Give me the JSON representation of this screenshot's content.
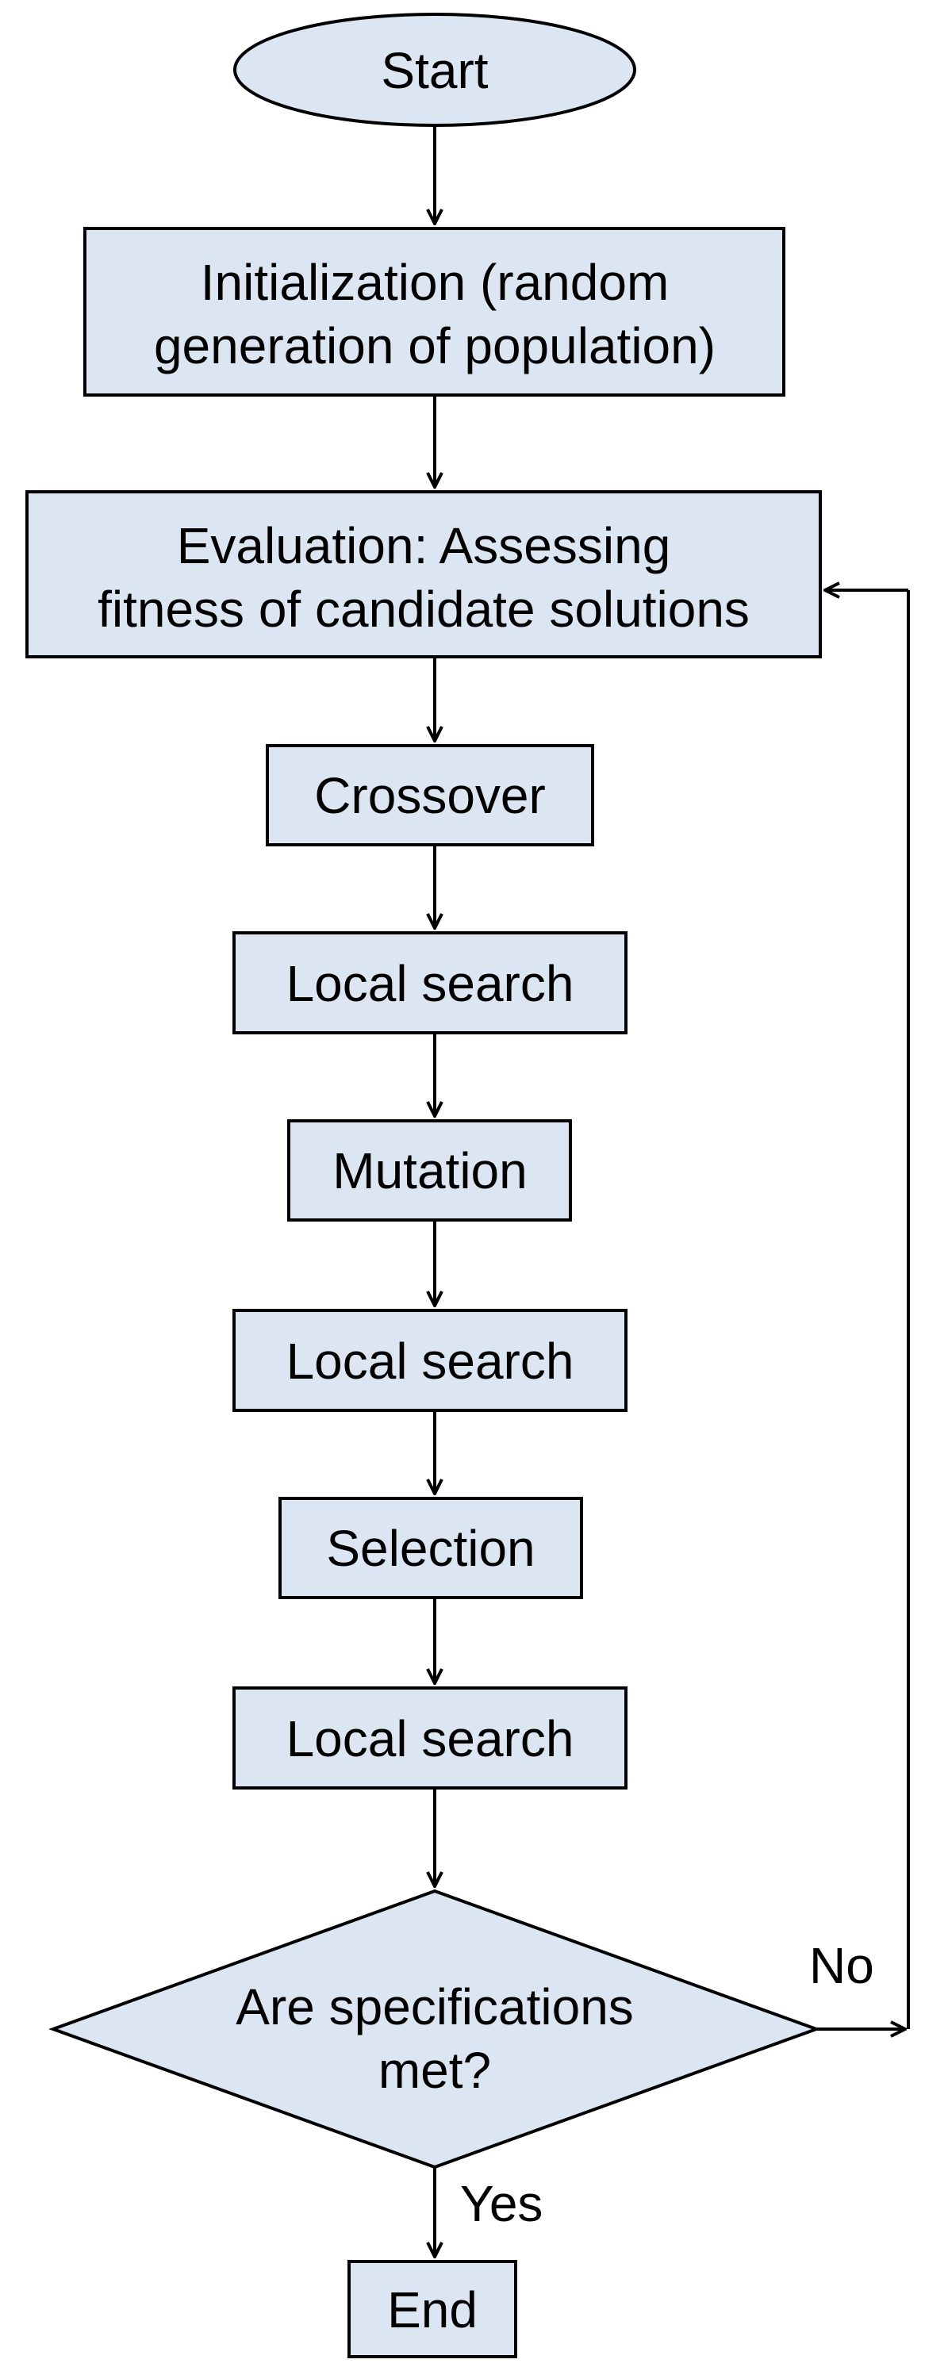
{
  "flowchart": {
    "colors": {
      "node_fill": "#dce6f2",
      "stroke": "#000000",
      "text": "#000000",
      "background": "#ffffff"
    },
    "nodes": {
      "start": {
        "shape": "ellipse",
        "label": "Start"
      },
      "initialization": {
        "shape": "rectangle",
        "line1": "Initialization (random",
        "line2": "generation of population)"
      },
      "evaluation": {
        "shape": "rectangle",
        "line1": "Evaluation: Assessing",
        "line2": "fitness of candidate solutions"
      },
      "crossover": {
        "shape": "rectangle",
        "label": "Crossover"
      },
      "local_search_1": {
        "shape": "rectangle",
        "label": "Local search"
      },
      "mutation": {
        "shape": "rectangle",
        "label": "Mutation"
      },
      "local_search_2": {
        "shape": "rectangle",
        "label": "Local search"
      },
      "selection": {
        "shape": "rectangle",
        "label": "Selection"
      },
      "local_search_3": {
        "shape": "rectangle",
        "label": "Local search"
      },
      "decision": {
        "shape": "diamond",
        "line1": "Are specifications",
        "line2": "met?"
      },
      "end": {
        "shape": "rectangle",
        "label": "End"
      }
    },
    "edges": {
      "yes_label": "Yes",
      "no_label": "No"
    }
  }
}
